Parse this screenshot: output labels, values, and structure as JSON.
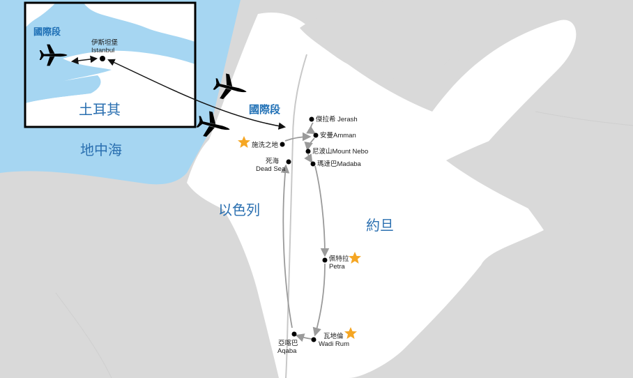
{
  "regions": {
    "turkey": "土耳其",
    "mediterranean": "地中海",
    "israel": "以色列",
    "jordan": "約旦"
  },
  "international_leg": {
    "inset_label": "國際段",
    "main_label": "國際段"
  },
  "places": {
    "istanbul": {
      "zh": "伊斯坦堡",
      "en": "Istanbul"
    },
    "jerash": {
      "text": "傑拉希 Jerash"
    },
    "amman": {
      "text": "安曼Amman"
    },
    "baptism": {
      "text": "施洗之地"
    },
    "nebo": {
      "text": "尼波山Mount Nebo"
    },
    "madaba": {
      "text": "瑪達巴Madaba"
    },
    "deadsea": {
      "zh": "死海",
      "en": "Dead Sea"
    },
    "petra": {
      "zh": "佩特拉",
      "en": "Petra"
    },
    "wadirum": {
      "zh": "瓦地倫",
      "en": "Wadi Rum"
    },
    "aqaba": {
      "zh": "亞喀巴",
      "en": "Aqaba"
    }
  },
  "colors": {
    "sea": "#a6d6f2",
    "land_gray": "#d9d9d9",
    "land_white": "#ffffff",
    "route": "#9a9a9a",
    "star": "#f5a623",
    "label_blue": "#2a6fb0"
  },
  "icons": {
    "plane": "airplane-icon",
    "star": "star-icon",
    "city": "city-dot-icon"
  }
}
